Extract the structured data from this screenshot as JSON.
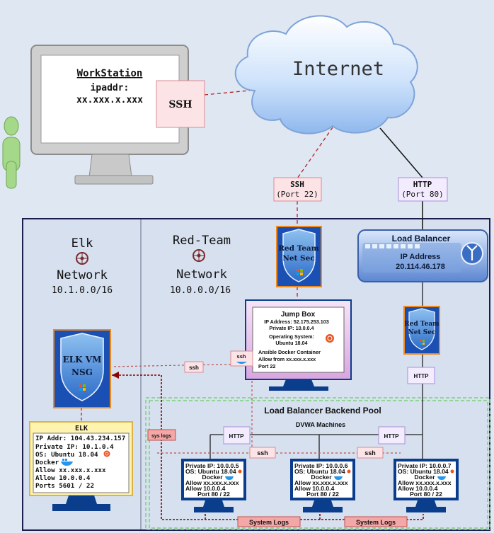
{
  "colors": {
    "background": "#dfe7f3",
    "network_fill": "#d6e0ef",
    "network_border": "#1d1d4d",
    "monitor_frame": "#0a3d8c",
    "shield_blue": "#1a4fb3",
    "shield_border": "#f08a1e",
    "ssh_pink": "#fbe3e6",
    "http_lavender": "#f3ecff",
    "system_logs": "#f4a7a7",
    "dash_red": "#b22222",
    "pool_green": "#7ccf7c"
  },
  "workstation": {
    "title": "WorkStation",
    "ip_label": "ipaddr:",
    "ip_value": "xx.xxx.x.xxx",
    "ssh_label": "SSH"
  },
  "internet": {
    "label": "Internet"
  },
  "links": {
    "ssh_port": {
      "label": "SSH",
      "port": "(Port 22)"
    },
    "http_port": {
      "label": "HTTP",
      "port": "(Port 80)"
    }
  },
  "elk_network": {
    "title": "Elk",
    "subtitle": "Network",
    "cidr": "10.1.0.0/16"
  },
  "red_team_network": {
    "title": "Red-Team",
    "subtitle": "Network",
    "cidr": "10.0.0.0/16"
  },
  "load_balancer": {
    "title": "Load Balancer",
    "ip_label": "IP Address",
    "ip_value": "20.114.46.178"
  },
  "shields": {
    "jump_nsg": {
      "line1": "Red Team",
      "line2": "Net Sec"
    },
    "lb_nsg": {
      "line1": "Red Team",
      "line2": "Net Sec"
    },
    "elk_nsg": {
      "line1": "ELK VM",
      "line2": "NSG"
    }
  },
  "jump_box": {
    "title": "Jump Box",
    "lines": [
      "IP Address: 52.175.253.103",
      "Private IP: 10.0.0.4",
      "Operating System:",
      "Ubuntu 18.04",
      "Ansible Docker Container",
      "Allow from xx.xxx.x.xxx",
      "Port 22"
    ]
  },
  "elk_vm": {
    "title": "ELK",
    "lines": [
      "IP Addr: 104.43.234.157",
      "Private IP: 10.1.0.4",
      "OS: Ubuntu 18.04",
      "Docker",
      "Allow xx.xxx.x.xxx",
      "Allow 10.0.0.4",
      "Ports 5601 / 22"
    ]
  },
  "backend_pool": {
    "title": "Load Balancer Backend Pool",
    "subtitle": "DVWA Machines"
  },
  "dvwa_machines": [
    {
      "lines": [
        "Private IP: 10.0.0.5",
        "OS: Ubuntu 18.04",
        "Docker",
        "Allow xx.xxx.x.xxx",
        "Allow 10.0.0.4",
        "Port 80 / 22"
      ]
    },
    {
      "lines": [
        "Private IP: 10.0.0.6",
        "OS: Ubuntu 18.04",
        "Docker",
        "Allow xx.xxx.x.xxx",
        "Allow 10.0.0.4",
        "Port 80 / 22"
      ]
    },
    {
      "lines": [
        "Private IP: 10.0.0.7",
        "OS: Ubuntu 18.04",
        "Docker",
        "Allow xx.xxx.x.xxx",
        "Allow 10.0.0.4",
        "Port 80 / 22"
      ]
    }
  ],
  "tags": {
    "ssh": "ssh",
    "http": "HTTP",
    "sys_logs": "sys logs",
    "system_logs": "System Logs",
    "docker_word": "docker"
  }
}
